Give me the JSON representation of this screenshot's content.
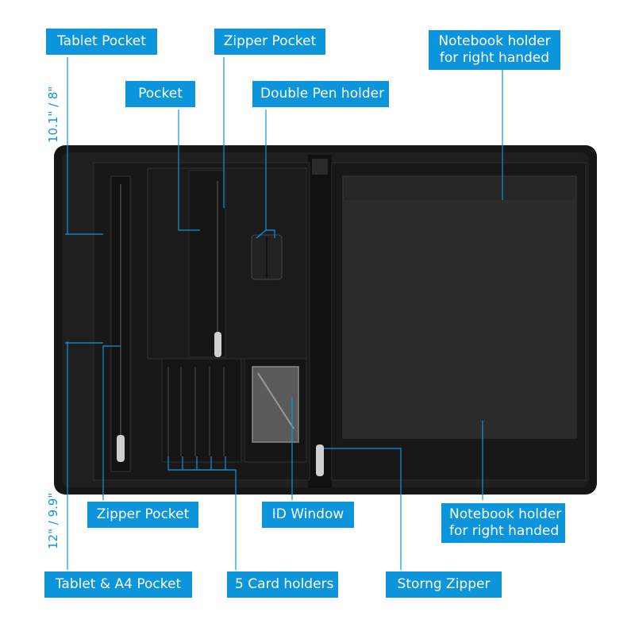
{
  "labels": {
    "tablet_pocket": "Tablet Pocket",
    "zipper_pocket_top": "Zipper Pocket",
    "notebook_holder_top_line1": "Notebook holder",
    "notebook_holder_top_line2": "for right handed",
    "pocket": "Pocket",
    "double_pen_holder": "Double Pen holder",
    "zipper_pocket_bottom": "Zipper Pocket",
    "id_window": "ID Window",
    "notebook_holder_bottom_line1": "Notebook holder",
    "notebook_holder_bottom_line2": "for right handed",
    "tablet_a4_pocket": "Tablet & A4 Pocket",
    "card_holders": "5 Card holders",
    "strong_zipper": "Storng Zipper"
  },
  "dimensions": {
    "upper": "10.1\" / 8\"",
    "lower": "12\" / 9.9\""
  },
  "colors": {
    "accent": "#0d95db",
    "portfolio": "#161616",
    "background": "#ffffff"
  }
}
